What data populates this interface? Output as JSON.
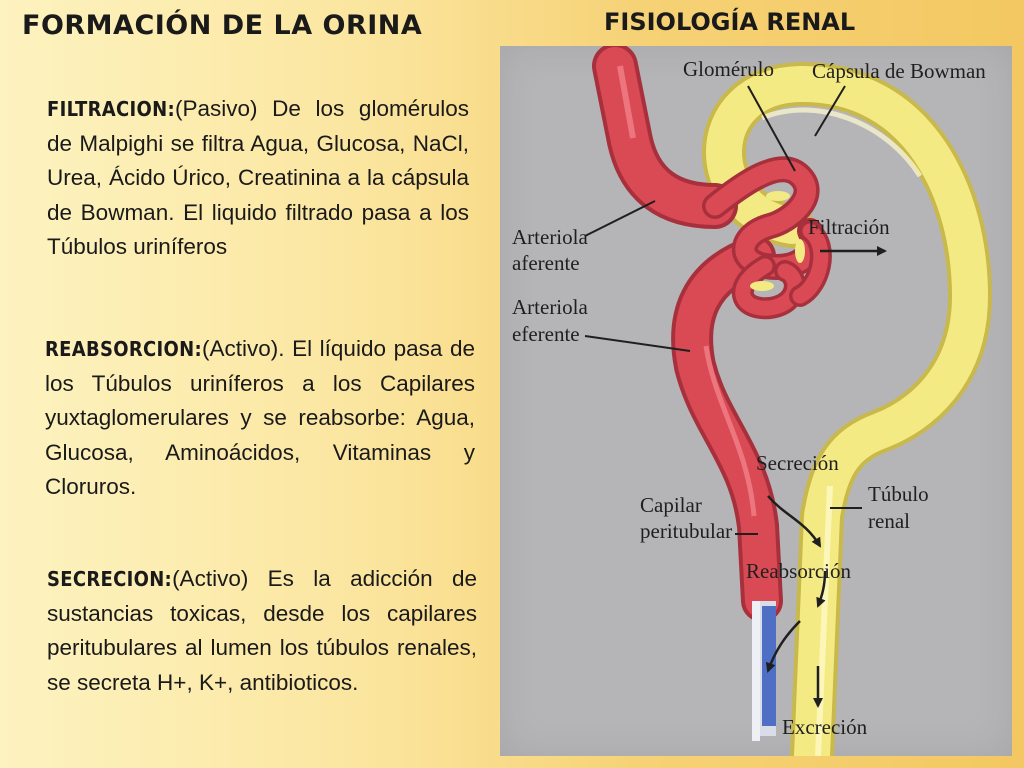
{
  "header": {
    "title": "FORMACIÓN DE LA ORINA",
    "subtitle": "FISIOLOGÍA RENAL"
  },
  "sections": [
    {
      "keyword": "FILTRACION:",
      "text": "(Pasivo) De los glomérulos de Malpighi se filtra Agua, Glucosa, NaCl, Urea, Ácido Úrico, Creatinina a  la cápsula de Bowman.  El liquido filtrado pasa a los Túbulos uriníferos"
    },
    {
      "keyword": "REABSORCION:",
      "text": "(Activo). El líquido pasa de los Túbulos uriníferos a los Capilares yuxtaglomerulares y se reabsorbe: Agua, Glucosa, Aminoácidos, Vitaminas y Cloruros."
    },
    {
      "keyword": "SECRECION:",
      "text": "(Activo) Es la adicción de sustancias toxicas, desde los capilares peritubulares al lumen los túbulos renales, se secreta H+, K+, antibioticos."
    }
  ],
  "diagram": {
    "colors": {
      "background": "#b5b5b7",
      "vessel": "#d94a55",
      "vessel_dark": "#a8303c",
      "tubule": "#f4ea84",
      "tubule_edge": "#c9b84a",
      "blue": "#4f6fc4"
    },
    "labels": {
      "glomerulo": "Glomérulo",
      "capsula": "Cápsula de Bowman",
      "arteriola_aferente_1": "Arteriola",
      "arteriola_aferente_2": "aferente",
      "arteriola_eferente_1": "Arteriola",
      "arteriola_eferente_2": "eferente",
      "filtracion": "Filtración",
      "secrecion": "Secreción",
      "tubulo_1": "Túbulo",
      "tubulo_2": "renal",
      "capilar_1": "Capilar",
      "capilar_2": "peritubular",
      "reabsorcion": "Reabsorción",
      "excrecion": "Excreción"
    }
  }
}
